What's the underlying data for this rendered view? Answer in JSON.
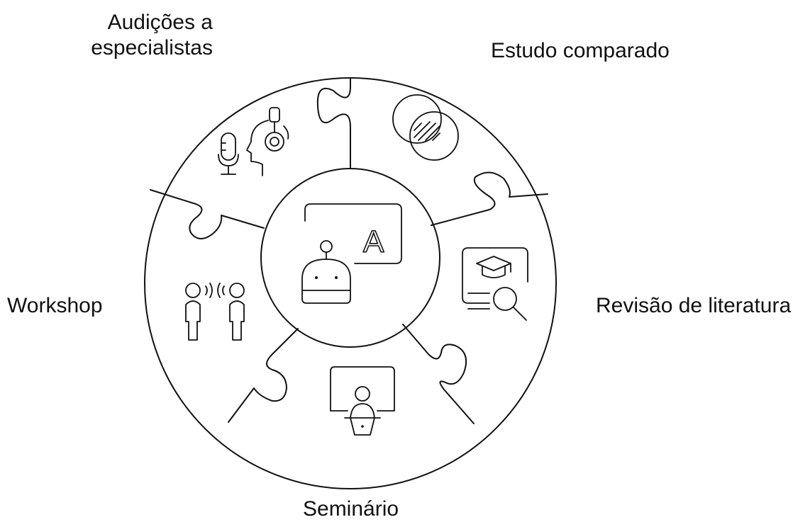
{
  "labels": {
    "audicoes_line1": "Audições a",
    "audicoes_line2": "especialistas",
    "estudo": "Estudo comparado",
    "revisao": "Revisão de literatura",
    "workshop": "Workshop",
    "seminario": "Seminário"
  },
  "center_icon_letter": "A",
  "icons": {
    "center": "robot-teacher-icon",
    "audicoes": "microphone-headset-icon",
    "estudo": "venn-diagram-icon",
    "revisao": "literature-search-icon",
    "workshop": "people-talking-icon",
    "seminario": "presenter-podium-icon"
  },
  "colors": {
    "line": "#111111",
    "background": "#ffffff"
  }
}
